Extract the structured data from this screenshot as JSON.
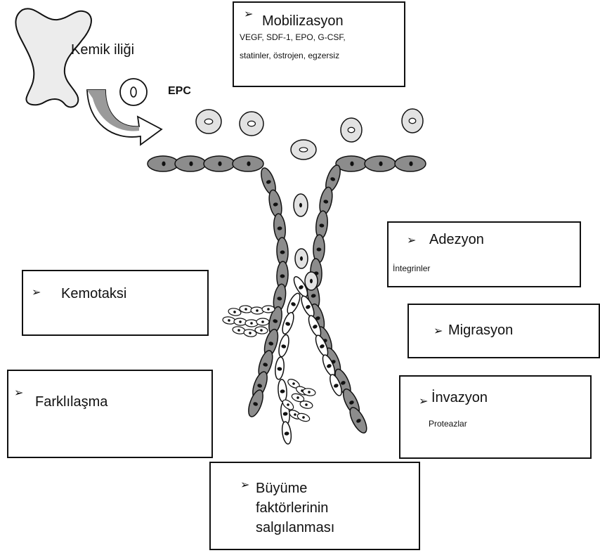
{
  "source": {
    "label": "Kemik iliği",
    "cell_label": "EPC"
  },
  "bullet_glyph": "➢",
  "boxes": {
    "mobilization": {
      "title": "Mobilizasyon",
      "line1": "VEGF, SDF-1, EPO, G-CSF,",
      "line2": "statinler, östrojen,  egzersiz"
    },
    "adhesion": {
      "title": "Adezyon",
      "detail": "İntegrinler"
    },
    "chemotaxis": {
      "title": "Kemotaksi"
    },
    "migration": {
      "title": "Migrasyon"
    },
    "differentiation": {
      "title": "Farklılaşma"
    },
    "invasion": {
      "title": "İnvazyon",
      "detail": "Proteazlar"
    },
    "growth_factors": {
      "line1": "Büyüme",
      "line2": "faktörlerinin",
      "line3": "salgılanması"
    }
  },
  "colors": {
    "endothelial_fill": "#8c8c8c",
    "epc_fill": "#e2e2e2",
    "outline": "#111111",
    "bone_fill": "#ececec"
  }
}
